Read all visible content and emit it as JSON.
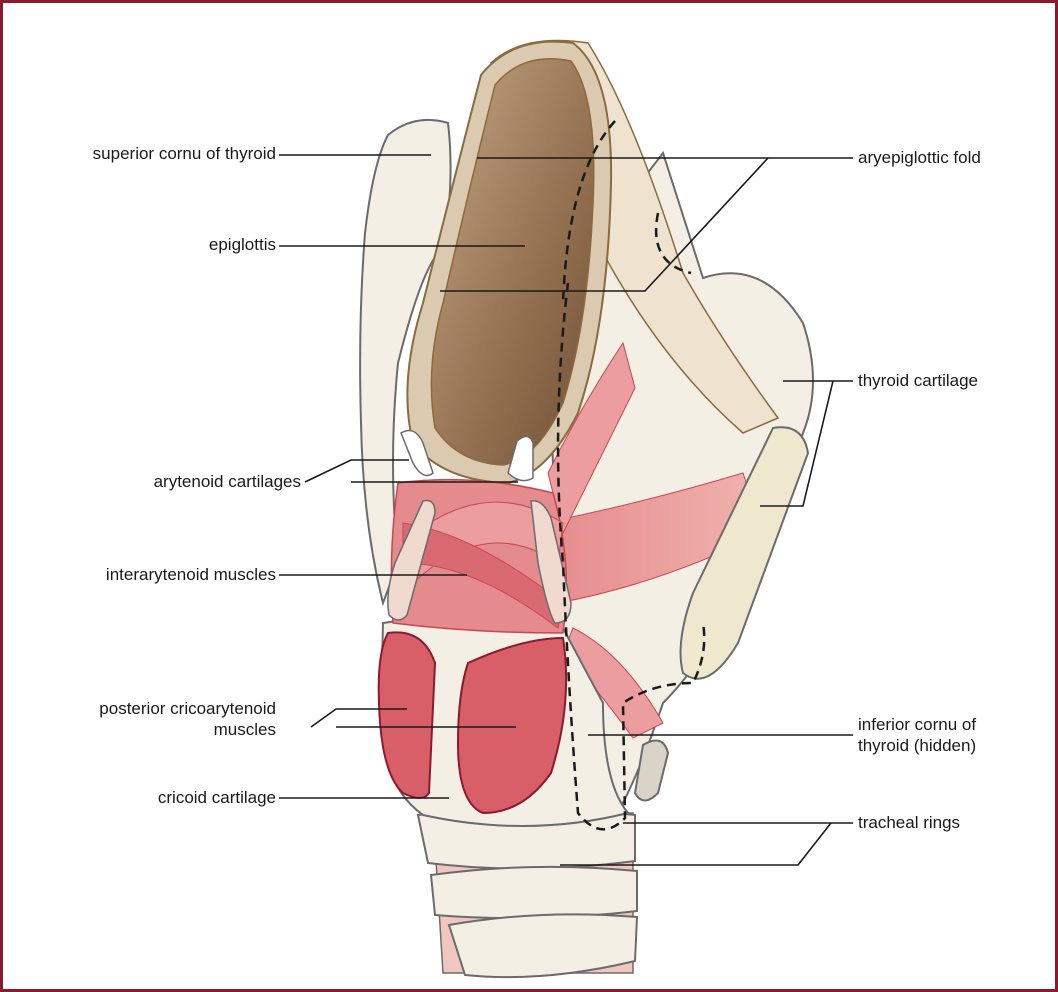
{
  "figure": {
    "frame_color": "#8c1a2e",
    "colors": {
      "cartilage": "#f3efe5",
      "cartilage_edge": "#6b6b6b",
      "epiglottis": "#9c7b5b",
      "epiglottis_rim": "#d9c7ad",
      "muscle": "#e07a7f",
      "muscle_dark": "#c84652",
      "trachea_pink": "#f2c6c0",
      "cornu_fill": "#efe8cf"
    },
    "labels": {
      "superior_cornu": "superior cornu of thyroid",
      "epiglottis": "epiglottis",
      "arytenoid": "arytenoid cartilages",
      "interarytenoid": "interarytenoid muscles",
      "posterior_crico_line1": "posterior cricoarytenoid",
      "posterior_crico_line2": "muscles",
      "cricoid": "cricoid cartilage",
      "aryepiglottic": "aryepiglottic fold",
      "thyroid": "thyroid cartilage",
      "inferior_cornu_line1": "inferior cornu of",
      "inferior_cornu_line2": "thyroid (hidden)",
      "tracheal": "tracheal rings"
    }
  }
}
